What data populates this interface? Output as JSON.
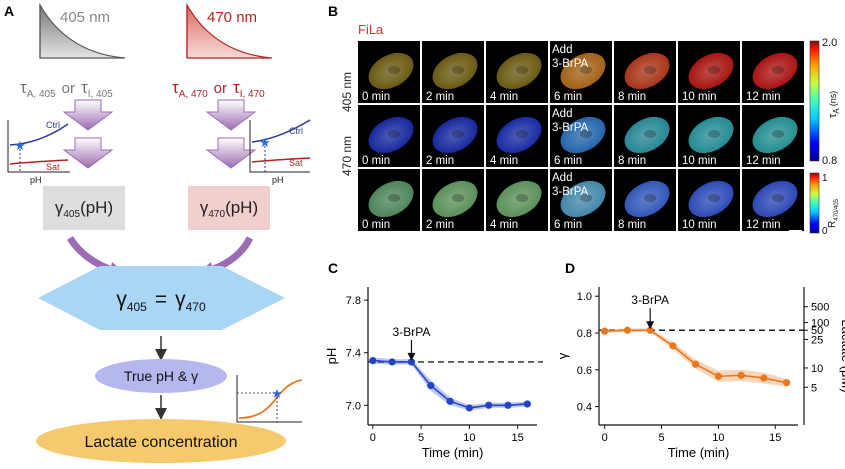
{
  "panel_a": {
    "letter": "A",
    "ex405": "405 nm",
    "ex470": "470 nm",
    "tau405": {
      "a": "τ",
      "a_sub": "A, 405",
      "or": "or",
      "b": "τ",
      "b_sub": "I, 405"
    },
    "tau470": {
      "a": "τ",
      "a_sub": "A, 470",
      "or": "or",
      "b": "τ",
      "b_sub": "I, 470"
    },
    "inset_ctrl": "Ctrl",
    "inset_sat": "Sat",
    "inset_x": "pH",
    "gamma405": {
      "sym": "γ",
      "sub": "405",
      "arg": "(pH)"
    },
    "gamma470": {
      "sym": "γ",
      "sub": "470",
      "arg": "(pH)"
    },
    "equation": {
      "lhs": "γ",
      "lhs_sub": "405",
      "eq": "=",
      "rhs": "γ",
      "rhs_sub": "470"
    },
    "true_ph": "True pH & γ",
    "lactate": "Lactate concentration",
    "colors": {
      "blue": "#2b3a9a",
      "red": "#b22222",
      "arrow": "#9b6bb3",
      "diamond": "#a9d6f5",
      "ellipse1": "#b5b8ee",
      "ellipse2": "#f7c96e",
      "box405": "#dedede",
      "box470": "#f1cfcc",
      "orange": "#e8771e"
    }
  },
  "panel_b": {
    "letter": "B",
    "title": "FiLa",
    "row_labels": [
      "405 nm",
      "470 nm"
    ],
    "times": [
      "0 min",
      "2 min",
      "4 min",
      "6 min",
      "8 min",
      "10 min",
      "12 min"
    ],
    "add_label": "Add",
    "drug_label": "3-BrPA",
    "cb1": {
      "max": "2.0",
      "min": "0.8",
      "label": "τ",
      "label_sub": "A",
      "unit": "(ns)"
    },
    "cb2": {
      "max": "1",
      "min": "0",
      "label": "R",
      "label_sub": "470/405"
    }
  },
  "chart_data": [
    {
      "panel": "C",
      "type": "line",
      "x": [
        0,
        2,
        4,
        6,
        8,
        10,
        12,
        14,
        16
      ],
      "y": [
        7.34,
        7.33,
        7.33,
        7.15,
        7.03,
        6.98,
        7.0,
        7.0,
        7.01
      ],
      "band": [
        0.025,
        0.02,
        0.02,
        0.04,
        0.03,
        0.02,
        0.02,
        0.02,
        0.02
      ],
      "baseline": 7.33,
      "xlabel": "Time (min)",
      "ylabel": "pH",
      "xticks": [
        0,
        5,
        10,
        15
      ],
      "yticks": [
        "7.0",
        "7.4",
        "7.8"
      ],
      "ylim": [
        6.85,
        7.9
      ],
      "xlim": [
        -0.5,
        17
      ],
      "annotation": {
        "text": "3-BrPA",
        "x": 4
      },
      "color": "#2244c8"
    },
    {
      "panel": "D",
      "type": "line",
      "x": [
        0,
        2,
        4,
        6,
        8,
        10,
        12,
        14,
        16
      ],
      "y": [
        0.81,
        0.815,
        0.815,
        0.73,
        0.63,
        0.565,
        0.57,
        0.555,
        0.53
      ],
      "band": [
        0.01,
        0.01,
        0.01,
        0.02,
        0.025,
        0.03,
        0.03,
        0.03,
        0.02
      ],
      "baseline": 0.815,
      "xlabel": "Time (min)",
      "ylabel": "γ",
      "y2label": "Lactate (μM)",
      "xticks": [
        0,
        5,
        10,
        15
      ],
      "yticks": [
        "0.4",
        "0.6",
        "0.8",
        "1.0"
      ],
      "y2ticks": [
        "500",
        "100",
        "50",
        "25",
        "10",
        "5"
      ],
      "y2_gamma": [
        0.943,
        0.857,
        0.815,
        0.765,
        0.61,
        0.505
      ],
      "ylim": [
        0.3,
        1.05
      ],
      "xlim": [
        -0.5,
        17
      ],
      "annotation": {
        "text": "3-BrPA",
        "x": 4
      },
      "color": "#e8771e"
    }
  ]
}
